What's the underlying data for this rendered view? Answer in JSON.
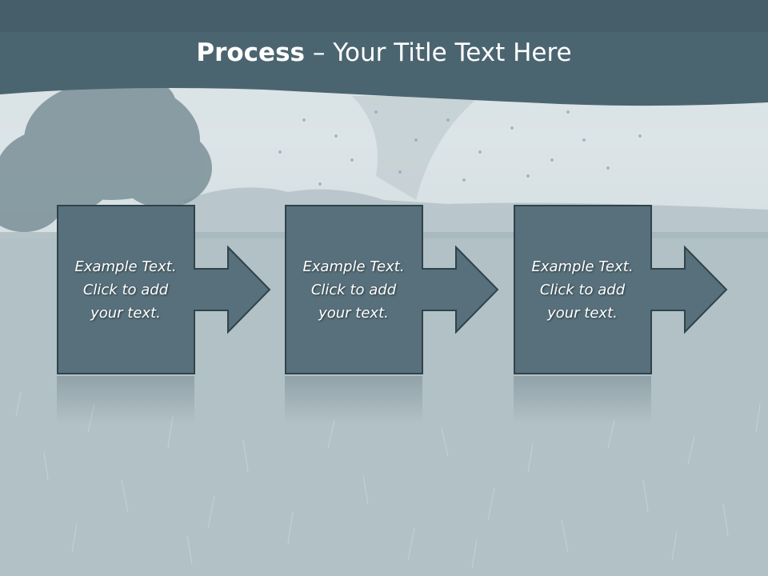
{
  "slide": {
    "title_bold": "Process",
    "title_rest": " – Your Title Text Here"
  },
  "steps": [
    {
      "text": "Example Text.\nClick  to add\nyour text."
    },
    {
      "text": "Example Text.\nClick  to add\nyour text."
    },
    {
      "text": "Example Text.\nClick  to add\nyour text."
    }
  ],
  "colors": {
    "header": "#4b6570",
    "box_fill": "#57707b",
    "box_stroke": "#2f434b",
    "text": "#ffffff"
  },
  "icons": {
    "step_arrow": "right-arrow-icon"
  }
}
